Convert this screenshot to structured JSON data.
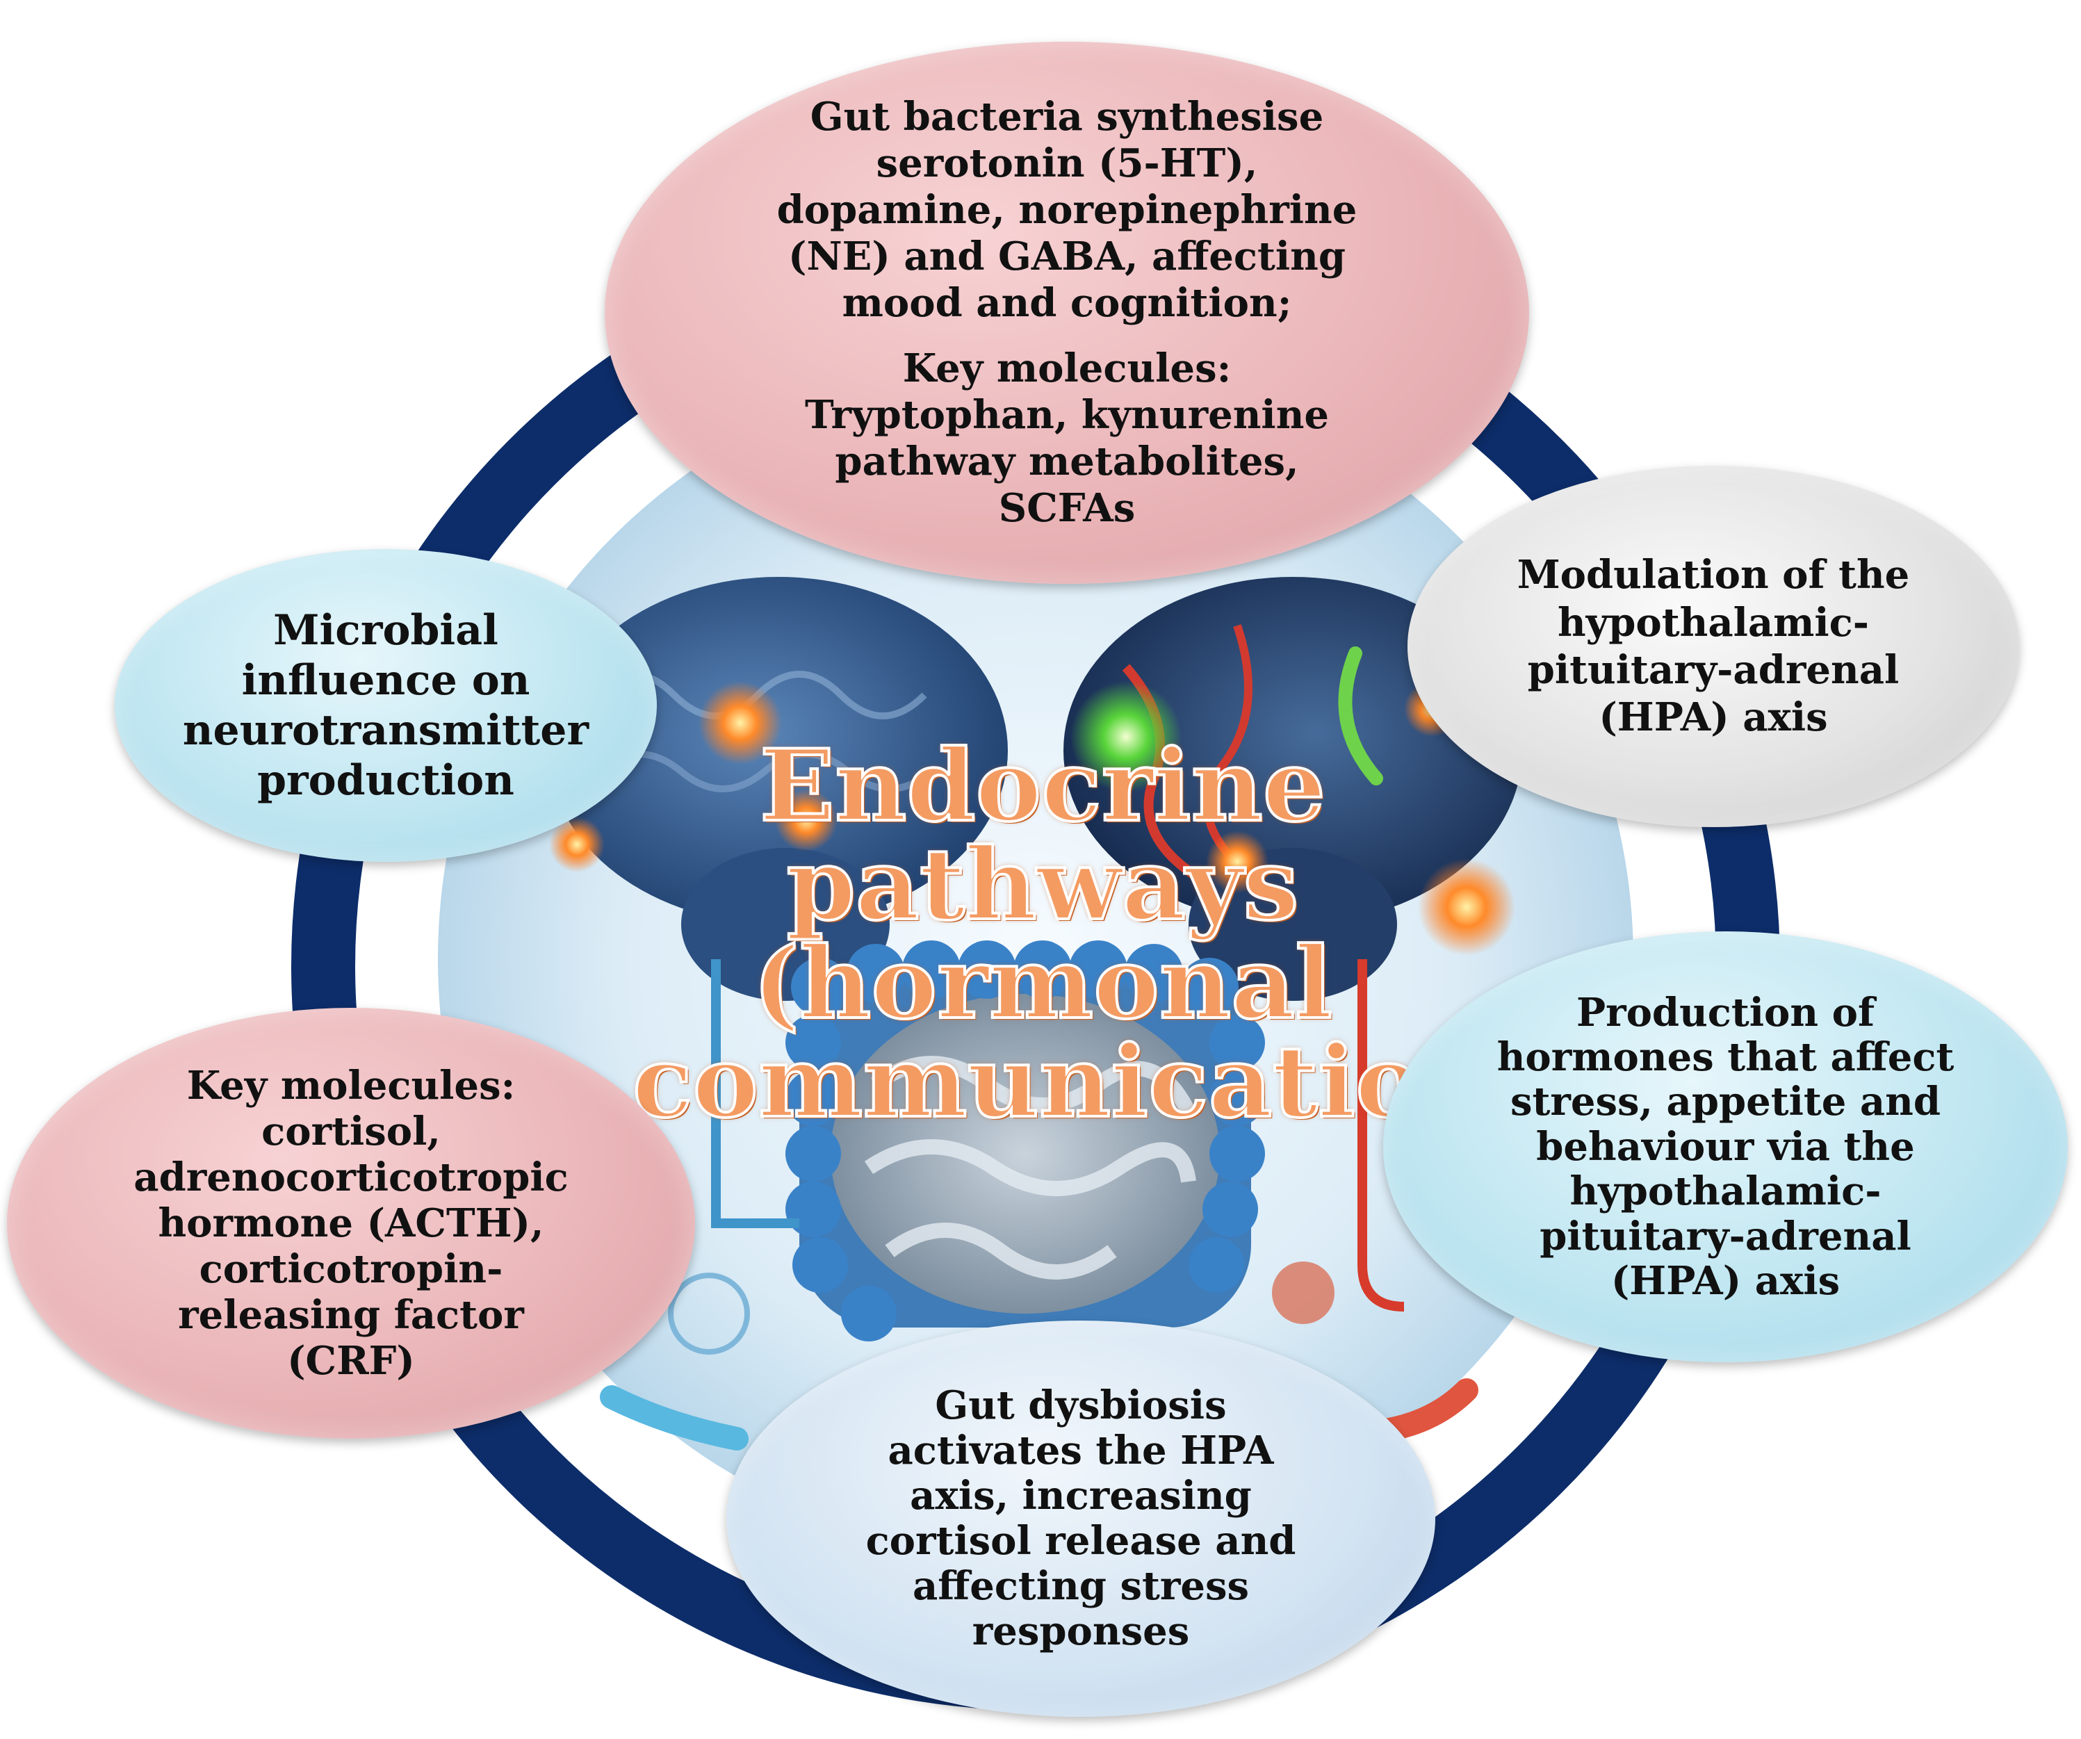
{
  "title": "Endocrine\npathways\n(hormonal\ncommunication",
  "colors": {
    "ring": "#0d2d6a",
    "pink_bubble": "#e9b3b6",
    "blue_bubble": "#bfe6f1",
    "light_blue_bubble": "#d2e3f2",
    "grey_bubble": "#e3e3e3",
    "title_orange": "#f49b62"
  },
  "bubbles": {
    "top": {
      "part1": "Gut bacteria synthesise\nserotonin (5-HT),\ndopamine, norepinephrine\n(NE) and GABA, affecting\nmood and cognition;",
      "part2": "Key molecules:\nTryptophan, kynurenine\npathway metabolites,\nSCFAs"
    },
    "left": "Microbial\ninfluence on\nneurotransmitter\nproduction",
    "right": "Modulation of the\nhypothalamic-\npituitary-adrenal\n(HPA) axis",
    "key_left": "Key molecules:\ncortisol,\nadrenocorticotropic\nhormone (ACTH),\ncorticotropin-\nreleasing factor\n(CRF)",
    "production_right": "Production of\nhormones that affect\nstress, appetite and\nbehaviour via the\nhypothalamic-\npituitary-adrenal\n(HPA) axis",
    "bottom": "Gut dysbiosis\nactivates the HPA\naxis, increasing\ncortisol release and\naffecting stress\nresponses"
  }
}
